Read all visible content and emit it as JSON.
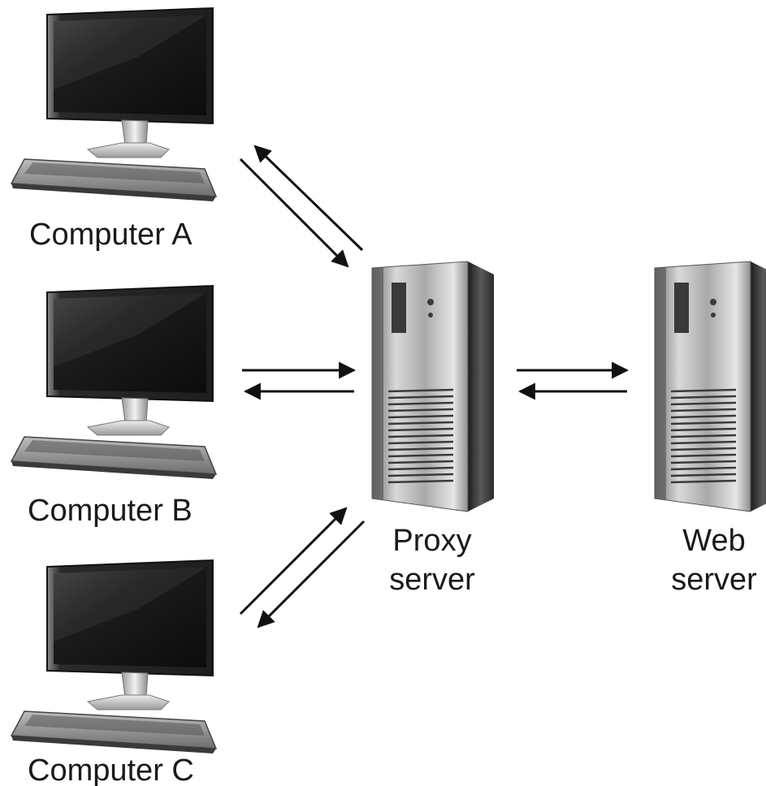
{
  "computers": [
    {
      "id": "a",
      "label": "Computer A"
    },
    {
      "id": "b",
      "label": "Computer B"
    },
    {
      "id": "c",
      "label": "Computer C"
    }
  ],
  "proxy_server": {
    "label_line1": "Proxy",
    "label_line2": "server"
  },
  "web_server": {
    "label_line1": "Web",
    "label_line2": "server"
  },
  "colors": {
    "ink": "#1a1a1a",
    "screen": "#141414",
    "bezel": "#2e2e2e",
    "silver": "#cfcfcf",
    "tower_dark": "#3a3a3a"
  }
}
